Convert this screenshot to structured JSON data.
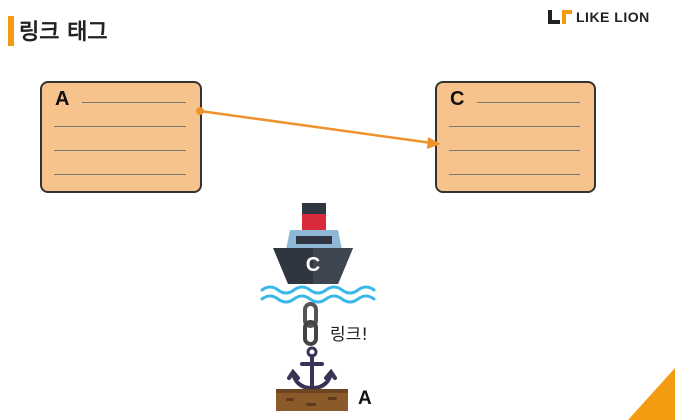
{
  "header": {
    "title": "링크 태그",
    "logo_text": "LIKE LION",
    "accent_color": "#f39c12"
  },
  "diagram": {
    "source_doc": {
      "label": "A",
      "fill": "#f7c38d"
    },
    "target_doc": {
      "label": "C",
      "fill": "#f7c38d"
    },
    "arrow_color": "#f0922b",
    "ship_label": "C",
    "link_caption": "링크!",
    "anchor_label": "A",
    "icons": [
      "ship-icon",
      "waves-icon",
      "chain-link-icon",
      "anchor-icon",
      "ground-icon"
    ]
  }
}
